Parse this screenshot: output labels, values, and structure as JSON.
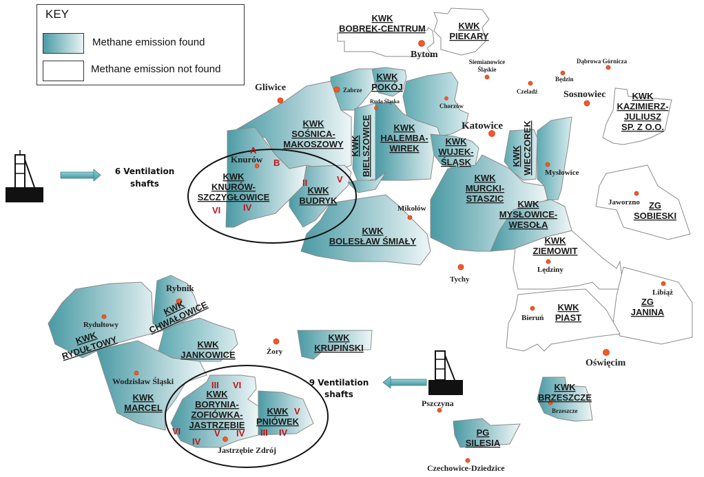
{
  "key": {
    "title": "KEY",
    "items": [
      {
        "label": "Methane emission found",
        "color_from": "#4a9ca5",
        "color_to": "#e9f4f5"
      },
      {
        "label": "Methane emission not found",
        "color": "#ffffff"
      }
    ]
  },
  "ventilation": {
    "north": {
      "line1": "6 Ventilation",
      "line2": "shafts"
    },
    "south": {
      "line1": "9 Ventilation",
      "line2": "shafts"
    }
  },
  "mines": {
    "bobrek": {
      "l1": "KWK",
      "l2": "BOBREK-CENTRUM",
      "methane": false
    },
    "piekary": {
      "l1": "KWK",
      "l2": "PIEKARY",
      "methane": false
    },
    "pokoj": {
      "l1": "KWK",
      "l2": "POKÓJ",
      "methane": true
    },
    "sosnica": {
      "l1": "KWK",
      "l2": "SOŚNICA-",
      "l3": "MAKOSZOWY",
      "methane": true
    },
    "bielszowice": {
      "l1": "KWK",
      "l2": "BIELSZOWICE",
      "methane": true
    },
    "halemba": {
      "l1": "KWK",
      "l2": "HALEMBA-",
      "l3": "WIREK",
      "methane": true
    },
    "wujek": {
      "l1": "KWK",
      "l2": "WUJEK-",
      "l3": "ŚLĄSK",
      "methane": true
    },
    "wieczorek": {
      "l1": "KWK",
      "l2": "WIECZOREK",
      "methane": true
    },
    "kazimierz": {
      "l1": "KWK",
      "l2": "KAZIMIERZ-",
      "l3": "JULIUSZ",
      "l4": "SP. Z O.O.",
      "methane": false
    },
    "knurow": {
      "l1": "KWK",
      "l2": "KNURÓW-",
      "l3": "SZCZYGŁOWICE",
      "methane": true
    },
    "budryk": {
      "l1": "KWK",
      "l2": "BUDRYK",
      "methane": true
    },
    "murcki": {
      "l1": "KWK",
      "l2": "MURCKI-",
      "l3": "STASZIC",
      "methane": true
    },
    "myslowice": {
      "l1": "KWK",
      "l2": "MYSŁOWICE-",
      "l3": "WESOŁA",
      "methane": true
    },
    "sobieski": {
      "l1": "ZG",
      "l2": "SOBIESKI",
      "methane": false
    },
    "boleslaw": {
      "l1": "KWK",
      "l2": "BOLESŁAW ŚMIAŁY",
      "methane": true
    },
    "ziemowit": {
      "l1": "KWK",
      "l2": "ZIEMOWIT",
      "methane": false
    },
    "janina": {
      "l1": "ZG",
      "l2": "JANINA",
      "methane": false
    },
    "piast": {
      "l1": "KWK",
      "l2": "PIAST",
      "methane": false
    },
    "chwalowice": {
      "l1": "KWK",
      "l2": "CHWAŁOWICE",
      "methane": true
    },
    "rydultowy": {
      "l1": "KWK",
      "l2": "RYDUŁTOWY",
      "methane": true
    },
    "jankowice": {
      "l1": "KWK",
      "l2": "JANKOWICE",
      "methane": true
    },
    "krupinski": {
      "l1": "KWK",
      "l2": "KRUPIŃSKI",
      "methane": true
    },
    "marcel": {
      "l1": "KWK",
      "l2": "MARCEL",
      "methane": true
    },
    "borynia": {
      "l1": "KWK",
      "l2": "BORYNIA-",
      "l3": "ZOFIÓWKA-",
      "l4": "JASTRZĘBIE",
      "methane": true
    },
    "pniowek": {
      "l1": "KWK",
      "l2": "PNIÓWEK",
      "methane": true
    },
    "brzeszcze": {
      "l1": "KWK",
      "l2": "BRZESZCZE",
      "methane": true
    },
    "silesia": {
      "l1": "PG",
      "l2": "SILESIA",
      "methane": true
    }
  },
  "cities": {
    "bytom": "Bytom",
    "siemianowice1": "Siemianowice",
    "siemianowice2": "Śląskie",
    "dabrowa": "Dąbrowa Górnicza",
    "bedzin": "Będzin",
    "czeladz": "Czeladź",
    "sosnowiec": "Sosnowiec",
    "gliwice": "Gliwice",
    "zabrze": "Zabrze",
    "ruda": "Ruda Śląska",
    "chorzow": "Chorzów",
    "katowice": "Katowice",
    "knurow": "Knurów",
    "myslowice": "Mysłowice",
    "mikolow": "Mikołów",
    "jaworzno": "Jaworzno",
    "tychy": "Tychy",
    "ledziny": "Lędziny",
    "libiaz": "Libiąż",
    "bierun": "Bieruń",
    "rybnik": "Rybnik",
    "rydultowy": "Rydułtowy",
    "zory": "Żory",
    "oswiecim": "Oświęcim",
    "wodzislaw": "Wodzisław Śląski",
    "pszczyna": "Pszczyna",
    "brzeszcze": "Brzeszcze",
    "jastrzebie": "Jastrzębie Zdrój",
    "czechowice": "Czechowice-Dziedzice"
  },
  "shafts": {
    "north": [
      "A",
      "B",
      "II",
      "V",
      "VI",
      "IV"
    ],
    "south": [
      "III",
      "VI",
      "VI",
      "IV",
      "V",
      "IV",
      "V",
      "III",
      "IV"
    ]
  }
}
